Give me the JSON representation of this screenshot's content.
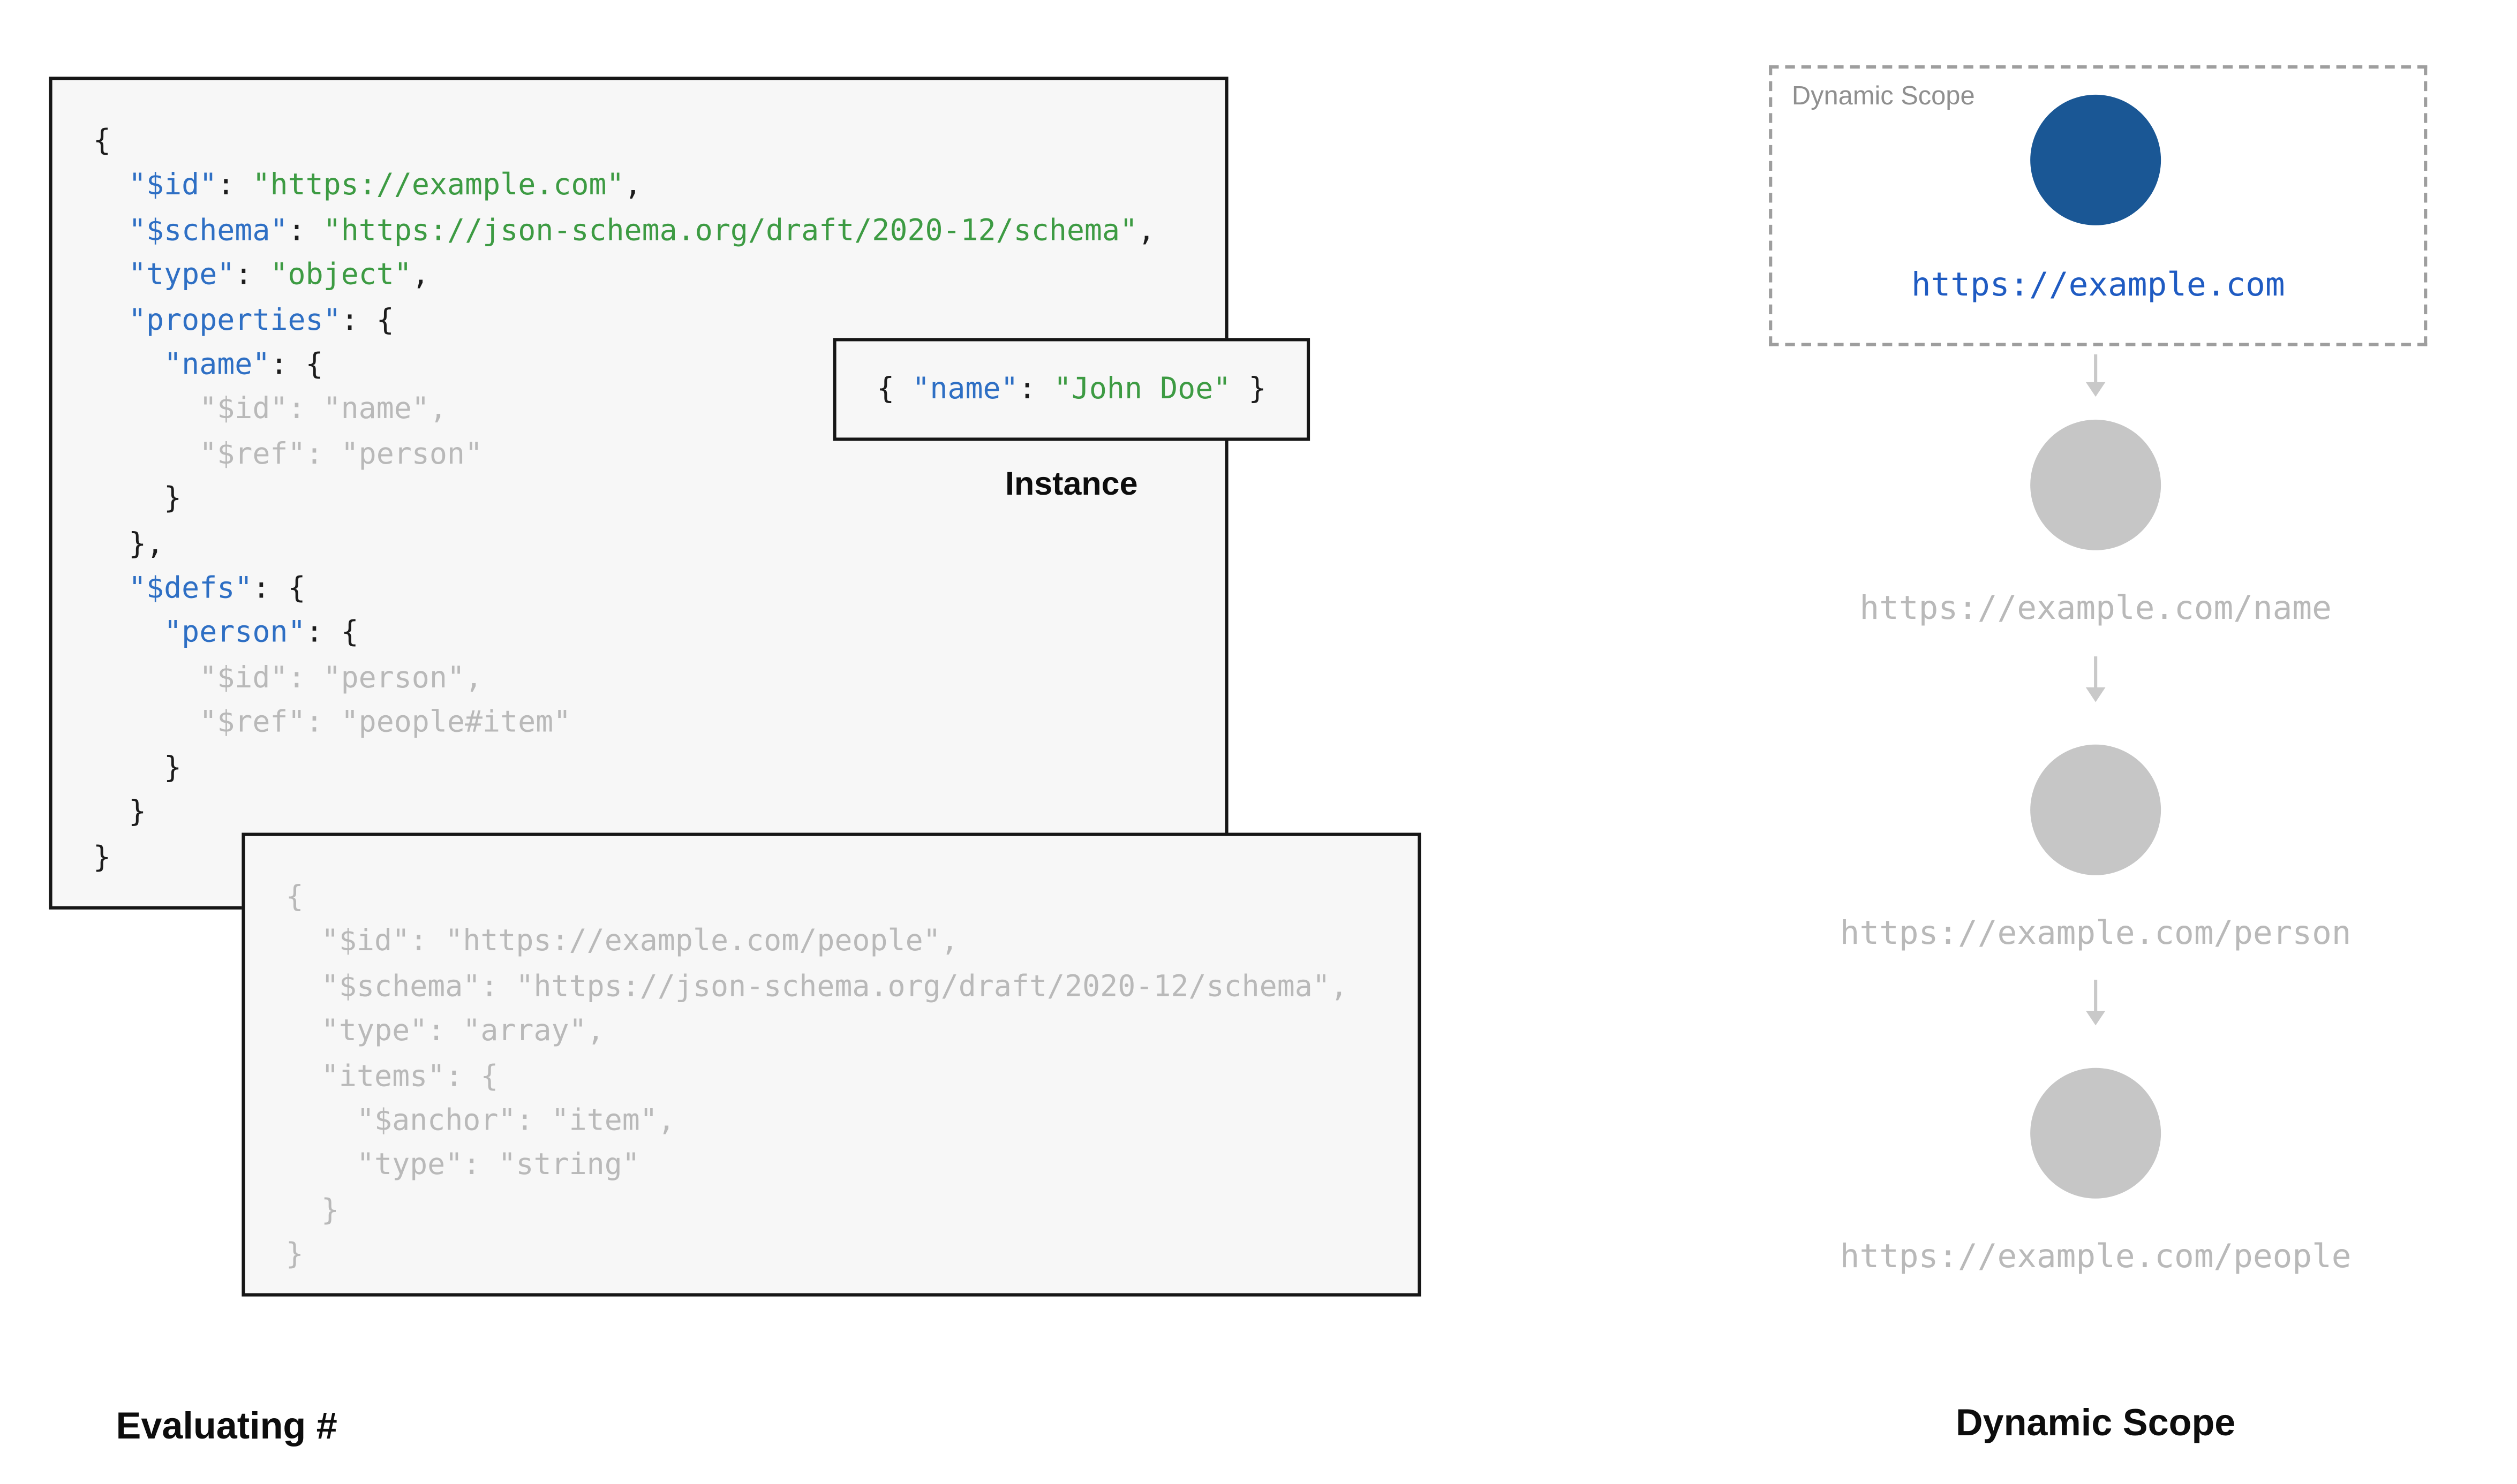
{
  "colors": {
    "key-blue": "#2e6fc4",
    "str-green": "#3d9b43",
    "muted-gray": "#b9b9b9",
    "punct-dark": "#1c1c1c",
    "box-bg": "#f7f7f7",
    "border-dark": "#161616",
    "circle-blue": "#1a5795",
    "circle-gray": "#c6c6c6",
    "arrow-gray": "#c9c9c9",
    "url-blue": "#1f5bc2",
    "scope-label-gray": "#8f8f8f"
  },
  "captions": {
    "evaluating": "Evaluating #",
    "dynamic_scope": "Dynamic Scope",
    "instance": "Instance"
  },
  "scope": {
    "box_label": "Dynamic Scope",
    "nodes": [
      {
        "url": "https://example.com",
        "state": "active"
      },
      {
        "url": "https://example.com/name",
        "state": "inactive"
      },
      {
        "url": "https://example.com/person",
        "state": "inactive"
      },
      {
        "url": "https://example.com/people",
        "state": "inactive"
      }
    ]
  },
  "instance_code": {
    "lines": [
      {
        "t": [
          [
            "p",
            "{ "
          ],
          [
            "k",
            "\"name\""
          ],
          [
            "p",
            ": "
          ],
          [
            "s",
            "\"John Doe\""
          ],
          [
            "p",
            " }"
          ]
        ]
      }
    ]
  },
  "main_schema": {
    "lines": [
      {
        "t": [
          [
            "p",
            "{"
          ]
        ]
      },
      {
        "t": [
          [
            "p",
            "  "
          ],
          [
            "k",
            "\"$id\""
          ],
          [
            "p",
            ": "
          ],
          [
            "s",
            "\"https://example.com\""
          ],
          [
            "p",
            ","
          ]
        ]
      },
      {
        "t": [
          [
            "p",
            "  "
          ],
          [
            "k",
            "\"$schema\""
          ],
          [
            "p",
            ": "
          ],
          [
            "s",
            "\"https://json-schema.org/draft/2020-12/schema\""
          ],
          [
            "p",
            ","
          ]
        ]
      },
      {
        "t": [
          [
            "p",
            "  "
          ],
          [
            "k",
            "\"type\""
          ],
          [
            "p",
            ": "
          ],
          [
            "s",
            "\"object\""
          ],
          [
            "p",
            ","
          ]
        ]
      },
      {
        "t": [
          [
            "p",
            "  "
          ],
          [
            "k",
            "\"properties\""
          ],
          [
            "p",
            ": {"
          ]
        ]
      },
      {
        "t": [
          [
            "p",
            "    "
          ],
          [
            "k",
            "\"name\""
          ],
          [
            "p",
            ": {"
          ]
        ]
      },
      {
        "muted": true,
        "t": [
          [
            "p",
            "      \"$id\": \"name\","
          ]
        ]
      },
      {
        "muted": true,
        "t": [
          [
            "p",
            "      \"$ref\": \"person\""
          ]
        ]
      },
      {
        "t": [
          [
            "p",
            "    }"
          ]
        ]
      },
      {
        "t": [
          [
            "p",
            "  },"
          ]
        ]
      },
      {
        "t": [
          [
            "p",
            "  "
          ],
          [
            "k",
            "\"$defs\""
          ],
          [
            "p",
            ": {"
          ]
        ]
      },
      {
        "t": [
          [
            "p",
            "    "
          ],
          [
            "k",
            "\"person\""
          ],
          [
            "p",
            ": {"
          ]
        ]
      },
      {
        "muted": true,
        "t": [
          [
            "p",
            "      \"$id\": \"person\","
          ]
        ]
      },
      {
        "muted": true,
        "t": [
          [
            "p",
            "      \"$ref\": \"people#item\""
          ]
        ]
      },
      {
        "t": [
          [
            "p",
            "    }"
          ]
        ]
      },
      {
        "t": [
          [
            "p",
            "  }"
          ]
        ]
      },
      {
        "t": [
          [
            "p",
            "}"
          ]
        ]
      }
    ]
  },
  "people_schema": {
    "lines": [
      {
        "muted": true,
        "t": [
          [
            "p",
            "{"
          ]
        ]
      },
      {
        "muted": true,
        "t": [
          [
            "p",
            "  \"$id\": \"https://example.com/people\","
          ]
        ]
      },
      {
        "muted": true,
        "t": [
          [
            "p",
            "  \"$schema\": \"https://json-schema.org/draft/2020-12/schema\","
          ]
        ]
      },
      {
        "muted": true,
        "t": [
          [
            "p",
            "  \"type\": \"array\","
          ]
        ]
      },
      {
        "muted": true,
        "t": [
          [
            "p",
            "  \"items\": {"
          ]
        ]
      },
      {
        "muted": true,
        "t": [
          [
            "p",
            "    \"$anchor\": \"item\","
          ]
        ]
      },
      {
        "muted": true,
        "t": [
          [
            "p",
            "    \"type\": \"string\""
          ]
        ]
      },
      {
        "muted": true,
        "t": [
          [
            "p",
            "  }"
          ]
        ]
      },
      {
        "muted": true,
        "t": [
          [
            "p",
            "}"
          ]
        ]
      }
    ]
  }
}
